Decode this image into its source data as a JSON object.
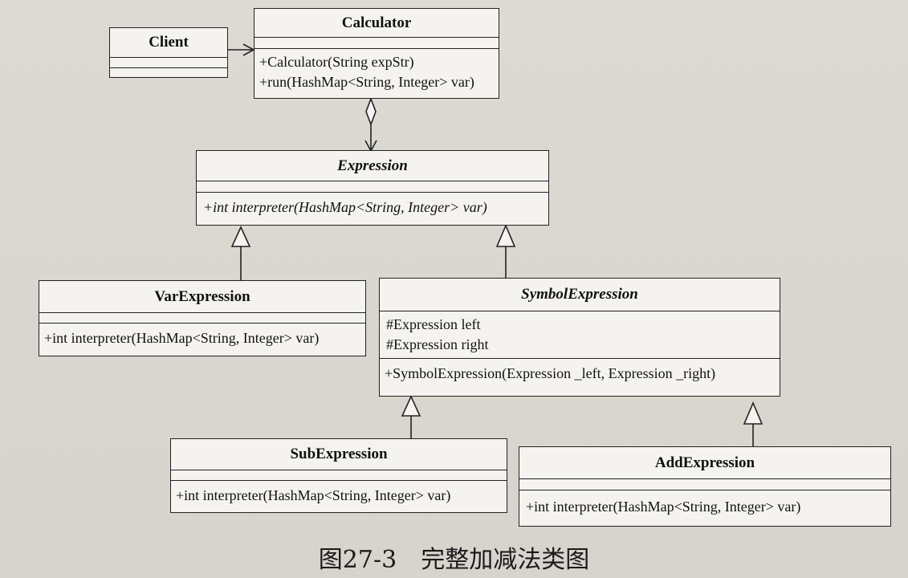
{
  "classes": {
    "client": {
      "name": "Client"
    },
    "calculator": {
      "name": "Calculator",
      "operations": [
        "+Calculator(String expStr)",
        "+run(HashMap<String, Integer> var)"
      ]
    },
    "expression": {
      "name": "Expression",
      "operations": [
        "+int interpreter(HashMap<String, Integer> var)"
      ]
    },
    "var_expression": {
      "name": "VarExpression",
      "operations": [
        "+int interpreter(HashMap<String, Integer> var)"
      ]
    },
    "symbol_expression": {
      "name": "SymbolExpression",
      "attributes": [
        "#Expression left",
        "#Expression right"
      ],
      "operations": [
        "+SymbolExpression(Expression _left, Expression _right)"
      ]
    },
    "sub_expression": {
      "name": "SubExpression",
      "operations": [
        "+int interpreter(HashMap<String, Integer> var)"
      ]
    },
    "add_expression": {
      "name": "AddExpression",
      "operations": [
        "+int interpreter(HashMap<String, Integer> var)"
      ]
    }
  },
  "caption": "图27-3　完整加减法类图"
}
